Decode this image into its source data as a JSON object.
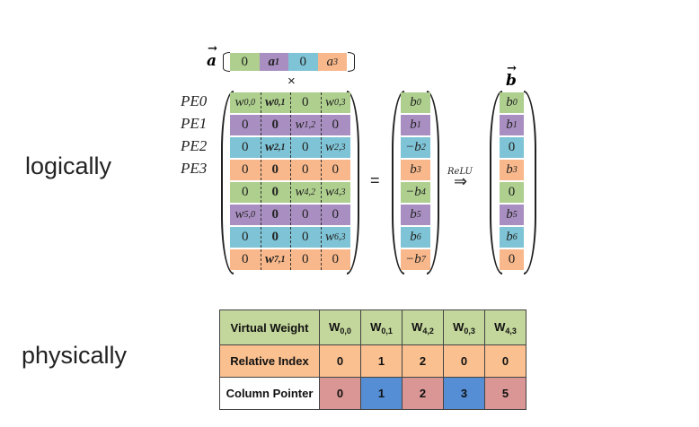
{
  "labels": {
    "logically": "logically",
    "physically": "physically"
  },
  "colors": {
    "green": "#aecf8e",
    "purple": "#a98fc1",
    "blue": "#7fc4d6",
    "orange": "#f8b88b",
    "table_green": "#c3d69b",
    "table_orange": "#fac090",
    "table_red": "#d99694",
    "table_blue": "#558ed5"
  },
  "vector_a": {
    "label": "a",
    "entries": [
      {
        "t": "0",
        "style": "num"
      },
      {
        "t": "a",
        "sub": "1",
        "style": "bold"
      },
      {
        "t": "0",
        "style": "num"
      },
      {
        "t": "a",
        "sub": "3",
        "style": "it"
      }
    ]
  },
  "times": "×",
  "pe_labels": [
    "PE0",
    "PE1",
    "PE2",
    "PE3"
  ],
  "matrix_w": [
    [
      {
        "t": "w",
        "sub": "0,0",
        "style": "it"
      },
      {
        "t": "w",
        "sub": "0,1",
        "style": "bold"
      },
      {
        "t": "0",
        "style": "num"
      },
      {
        "t": "w",
        "sub": "0,3",
        "style": "it"
      }
    ],
    [
      {
        "t": "0",
        "style": "num"
      },
      {
        "t": "0",
        "style": "bold"
      },
      {
        "t": "w",
        "sub": "1,2",
        "style": "it"
      },
      {
        "t": "0",
        "style": "num"
      }
    ],
    [
      {
        "t": "0",
        "style": "num"
      },
      {
        "t": "w",
        "sub": "2,1",
        "style": "bold"
      },
      {
        "t": "0",
        "style": "num"
      },
      {
        "t": "w",
        "sub": "2,3",
        "style": "it"
      }
    ],
    [
      {
        "t": "0",
        "style": "num"
      },
      {
        "t": "0",
        "style": "bold"
      },
      {
        "t": "0",
        "style": "num"
      },
      {
        "t": "0",
        "style": "num"
      }
    ],
    [
      {
        "t": "0",
        "style": "num"
      },
      {
        "t": "0",
        "style": "bold"
      },
      {
        "t": "w",
        "sub": "4,2",
        "style": "it"
      },
      {
        "t": "w",
        "sub": "4,3",
        "style": "it"
      }
    ],
    [
      {
        "t": "w",
        "sub": "5,0",
        "style": "it"
      },
      {
        "t": "0",
        "style": "bold"
      },
      {
        "t": "0",
        "style": "num"
      },
      {
        "t": "0",
        "style": "num"
      }
    ],
    [
      {
        "t": "0",
        "style": "num"
      },
      {
        "t": "0",
        "style": "bold"
      },
      {
        "t": "0",
        "style": "num"
      },
      {
        "t": "w",
        "sub": "6,3",
        "style": "it"
      }
    ],
    [
      {
        "t": "0",
        "style": "num"
      },
      {
        "t": "w",
        "sub": "7,1",
        "style": "bold"
      },
      {
        "t": "0",
        "style": "num"
      },
      {
        "t": "0",
        "style": "num"
      }
    ]
  ],
  "equals": "=",
  "result_pre": [
    {
      "t": "b",
      "sub": "0"
    },
    {
      "t": "b",
      "sub": "1"
    },
    {
      "t": "−b",
      "sub": "2"
    },
    {
      "t": "b",
      "sub": "3"
    },
    {
      "t": "−b",
      "sub": "4"
    },
    {
      "t": "b",
      "sub": "5"
    },
    {
      "t": "b",
      "sub": "6"
    },
    {
      "t": "−b",
      "sub": "7"
    }
  ],
  "relu_label": "ReLU",
  "arrow": "⇒",
  "vector_b": {
    "label": "b"
  },
  "result_post": [
    {
      "t": "b",
      "sub": "0"
    },
    {
      "t": "b",
      "sub": "1"
    },
    {
      "t": "0",
      "num": true
    },
    {
      "t": "b",
      "sub": "3"
    },
    {
      "t": "0",
      "num": true
    },
    {
      "t": "b",
      "sub": "5"
    },
    {
      "t": "b",
      "sub": "6"
    },
    {
      "t": "0",
      "num": true
    }
  ],
  "physical_table": {
    "rows": [
      {
        "header": "Virtual Weight",
        "cells": [
          {
            "t": "W",
            "sub": "0,0"
          },
          {
            "t": "W",
            "sub": "0,1"
          },
          {
            "t": "W",
            "sub": "4,2"
          },
          {
            "t": "W",
            "sub": "0,3"
          },
          {
            "t": "W",
            "sub": "4,3"
          }
        ]
      },
      {
        "header": "Relative Index",
        "cells": [
          {
            "t": "0"
          },
          {
            "t": "1"
          },
          {
            "t": "2"
          },
          {
            "t": "0"
          },
          {
            "t": "0"
          }
        ]
      },
      {
        "header": "Column Pointer",
        "cells": [
          {
            "t": "0"
          },
          {
            "t": "1"
          },
          {
            "t": "2"
          },
          {
            "t": "3"
          },
          {
            "t": "5"
          }
        ]
      }
    ]
  }
}
